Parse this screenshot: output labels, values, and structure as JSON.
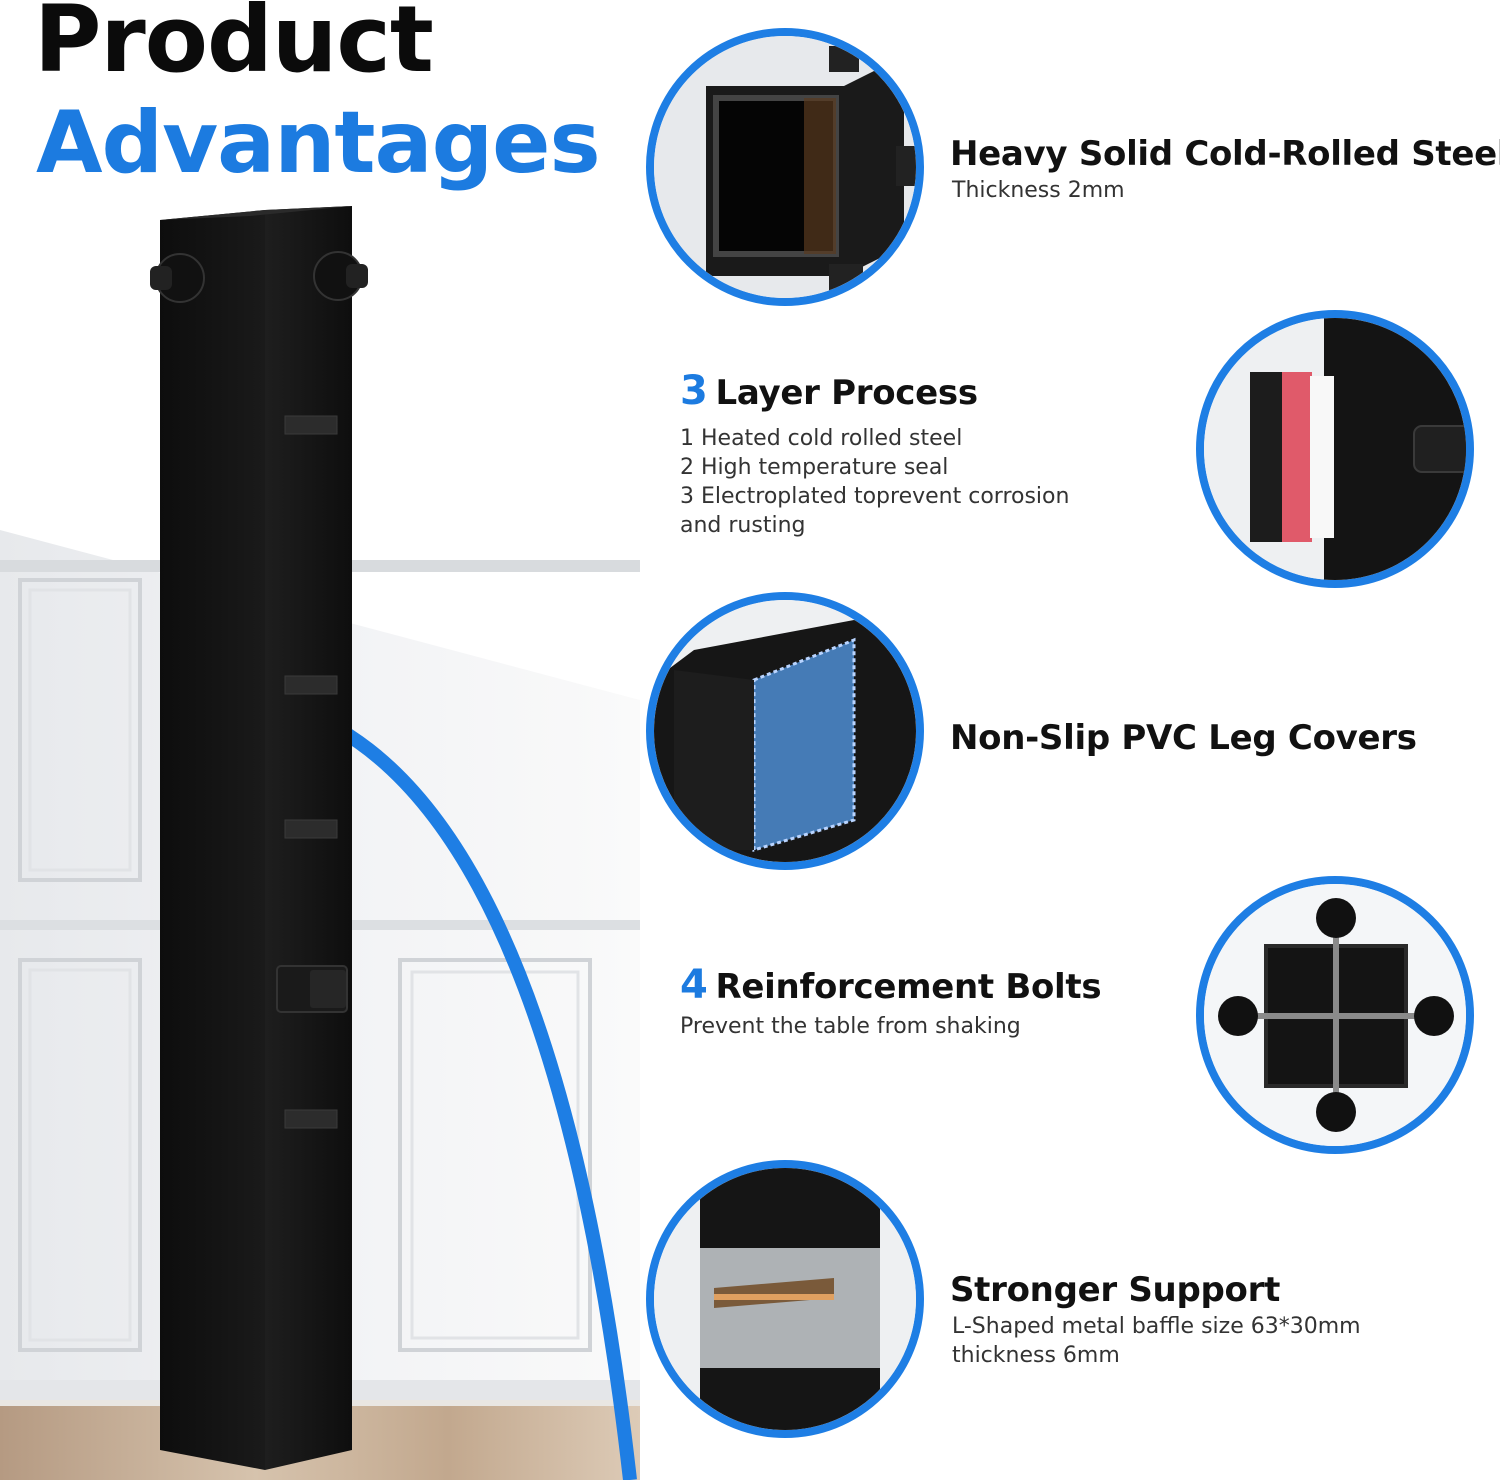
{
  "header": {
    "title_line1": "Product",
    "title_line2": "Advantages"
  },
  "colors": {
    "accent": "#1c7be0",
    "steel": "#141414",
    "text": "#111111"
  },
  "features": [
    {
      "title": "Heavy Solid Cold-Rolled Steel",
      "lines": [
        "Thickness 2mm"
      ],
      "icon": "steel-tube-cross-section-icon"
    },
    {
      "number": "3",
      "title": "Layer Process",
      "lines": [
        "1 Heated cold rolled steel",
        "2 High temperature seal",
        "3 Electroplated toprevent corrosion",
        "and rusting"
      ],
      "icon": "layer-stack-icon"
    },
    {
      "title": "Non-Slip PVC Leg Covers",
      "lines": [],
      "icon": "pvc-leg-cover-icon"
    },
    {
      "number": "4",
      "title": "Reinforcement Bolts",
      "lines": [
        "Prevent the table from shaking"
      ],
      "icon": "reinforcement-bolts-icon"
    },
    {
      "title": "Stronger Support",
      "lines": [
        "L-Shaped metal baffle size 63*30mm",
        "thickness 6mm"
      ],
      "icon": "l-shaped-baffle-icon"
    }
  ]
}
